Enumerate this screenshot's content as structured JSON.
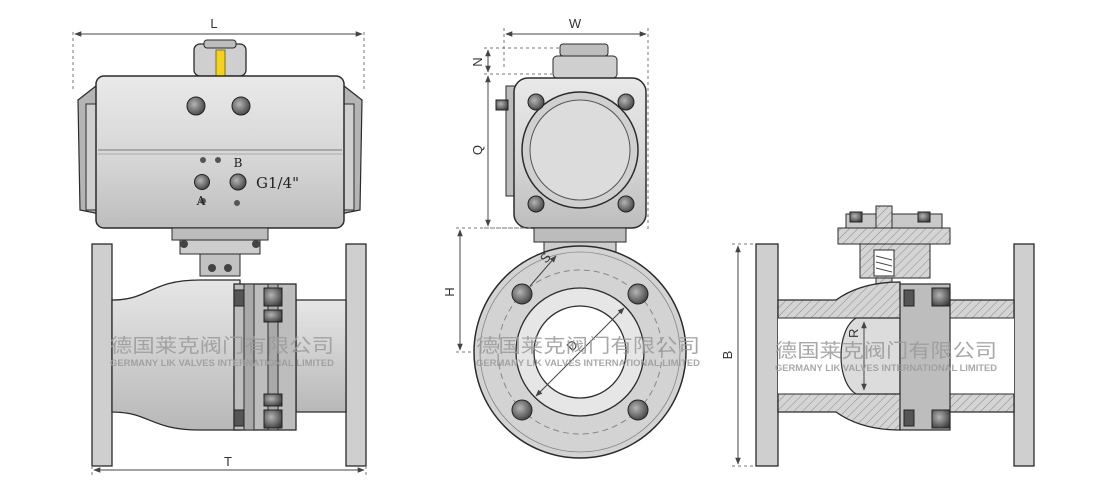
{
  "colors": {
    "metal_light": "#d9d9d9",
    "metal_mid": "#c4c4c4",
    "metal_dark": "#9c9c9c",
    "outline": "#2b2b2b",
    "indicator": "#f2d21b",
    "dimension_line": "#555555",
    "watermark": "#9a9a9a"
  },
  "front_view": {
    "dim_top": "L",
    "dim_bottom": "T",
    "port_a": "A",
    "port_b": "B",
    "port_size": "G1/4\""
  },
  "side_view": {
    "dim_top": "W",
    "dim_n": "N",
    "dim_q": "Q",
    "dim_h": "H",
    "dim_s": "S",
    "dim_d": "D"
  },
  "section_view": {
    "dim_b": "B",
    "dim_r": "R"
  },
  "watermark": {
    "company_cn": "德国莱克阀门有限公司",
    "company_en": "GERMANY LIK VALVES INTERNATIONAL LIMITED"
  }
}
